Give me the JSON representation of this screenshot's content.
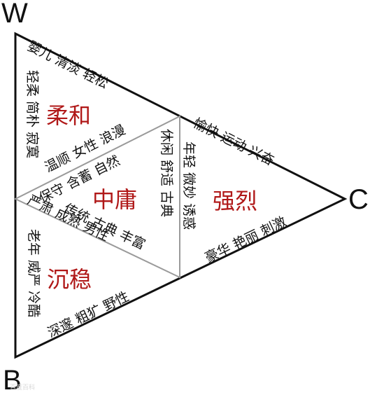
{
  "vertices": {
    "top_left": "W",
    "right": "C",
    "bottom_left": "B"
  },
  "zones": {
    "soft": {
      "title": "柔和",
      "words": [
        "婴儿 清淡 轻松",
        "轻柔 简朴 寂寞",
        "温顺 女性 浪漫"
      ]
    },
    "middle": {
      "title": "中庸",
      "words": [
        "保守 含蓄 自然",
        "休闲 舒适 古典",
        "传统 古典 丰富"
      ]
    },
    "strong": {
      "title": "强烈",
      "words": [
        "愉快 运动 兴奋",
        "年轻 微妙 诱惑",
        "豪华 艳丽 刺激"
      ]
    },
    "stable": {
      "title": "沉稳",
      "words": [
        "严肃 成熟 男性",
        "老年 威严 冷酷",
        "深邃 粗犷 野性"
      ]
    }
  },
  "watermark": "百度百科",
  "colors": {
    "title": "#b01818",
    "text": "#111111",
    "outer_line": "#111111",
    "inner_line": "#9a9a9a"
  }
}
